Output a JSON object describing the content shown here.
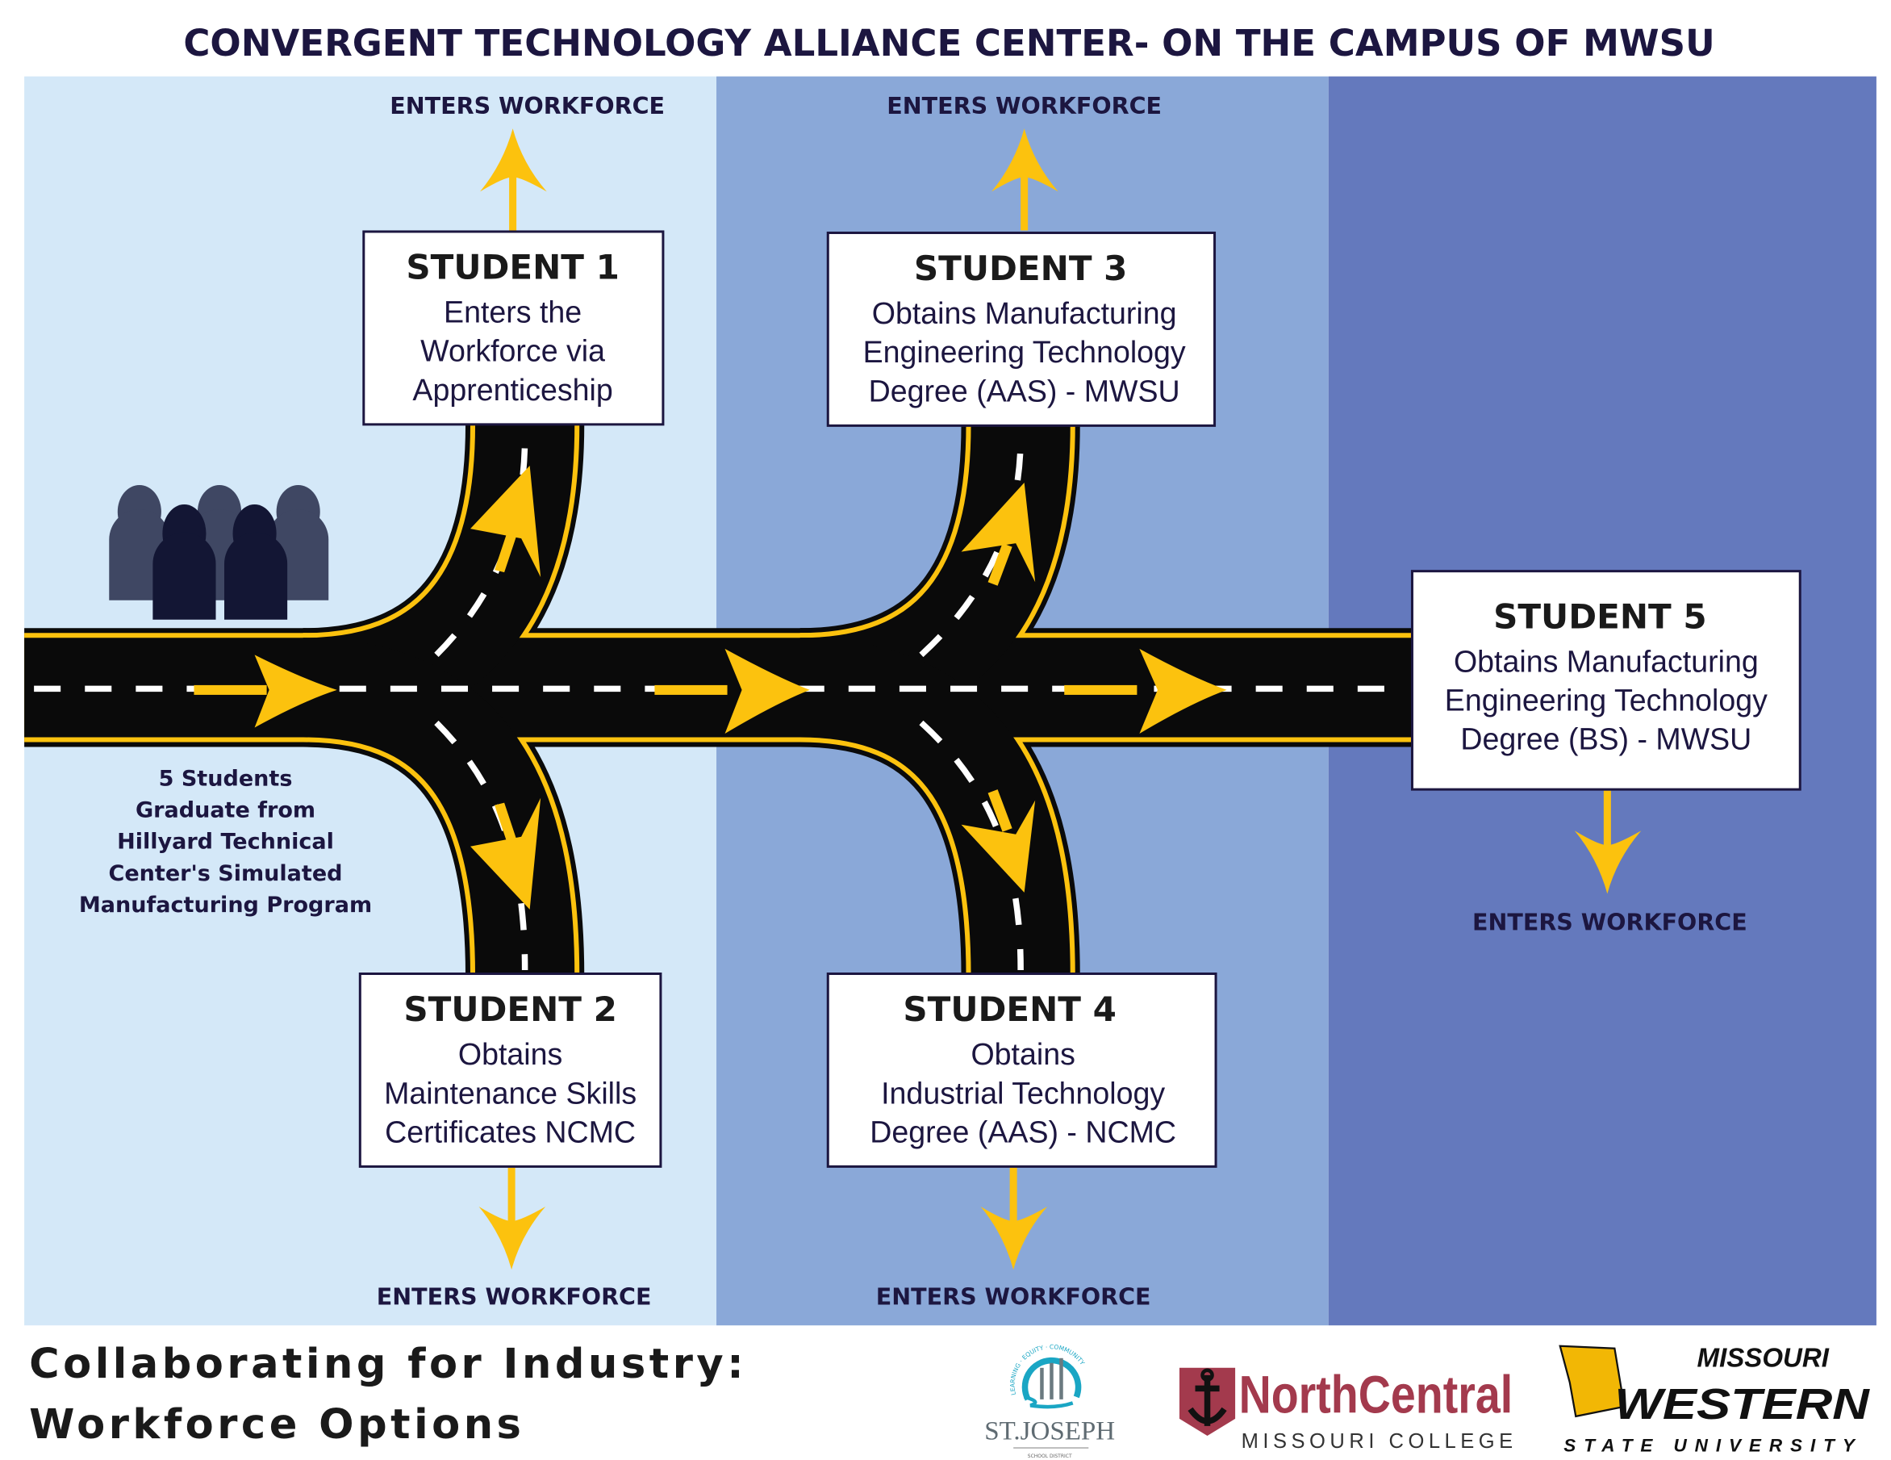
{
  "title": "CONVERGENT TECHNOLOGY ALLIANCE CENTER- ON THE CAMPUS OF MWSU",
  "colors": {
    "panel_light": "#d4e8f8",
    "panel_mid": "#8aa8d8",
    "panel_dark": "#6479bd",
    "road": "#0a0a0a",
    "road_edge": "#fcc20e",
    "arrow": "#fcc20e",
    "text": "#1c1640"
  },
  "exit_label": "ENTERS WORKFORCE",
  "start_text": [
    "5 Students",
    "Graduate from",
    "Hillyard Technical",
    "Center's Simulated",
    "Manufacturing Program"
  ],
  "students": [
    {
      "heading": "STUDENT 1",
      "lines": [
        "Enters the",
        "Workforce via",
        "Apprenticeship"
      ]
    },
    {
      "heading": "STUDENT 2",
      "lines": [
        "Obtains",
        "Maintenance Skills",
        "Certificates NCMC"
      ]
    },
    {
      "heading": "STUDENT 3",
      "lines": [
        "Obtains Manufacturing",
        "Engineering Technology",
        "Degree (AAS) - MWSU"
      ]
    },
    {
      "heading": "STUDENT 4",
      "lines": [
        "Obtains",
        "Industrial Technology",
        "Degree (AAS) - NCMC"
      ]
    },
    {
      "heading": "STUDENT 5",
      "lines": [
        "Obtains Manufacturing",
        "Engineering Technology",
        "Degree (BS) - MWSU"
      ]
    }
  ],
  "footer": {
    "line1": "Collaborating for Industry:",
    "line2": "Workforce Options"
  },
  "logos": {
    "stjoseph": {
      "name": "ST.JOSEPH",
      "sub": "SCHOOL DISTRICT",
      "arc": "LEARNING · EQUITY · COMMUNITY"
    },
    "ncmc": {
      "name": "NorthCentral",
      "sub": "MISSOURI COLLEGE"
    },
    "mwsu": {
      "top": "MISSOURI",
      "name": "WESTERN",
      "sub": "STATE UNIVERSITY"
    }
  }
}
